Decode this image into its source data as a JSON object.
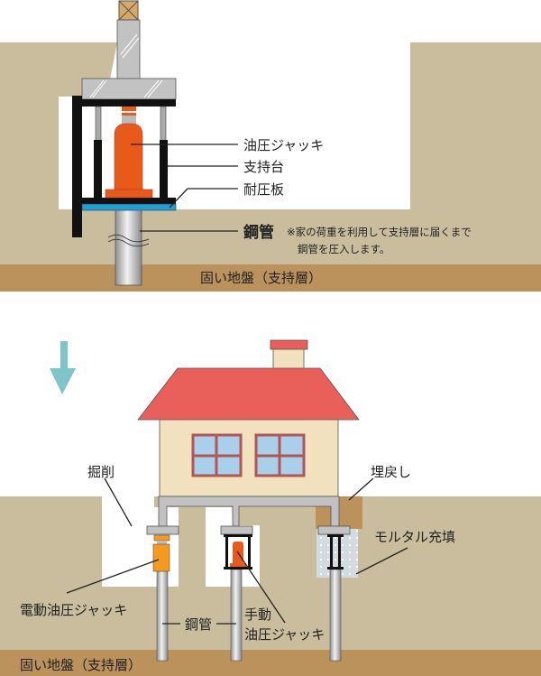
{
  "top_diagram": {
    "labels": {
      "hydraulic_jack": "油圧ジャッキ",
      "support_stand": "支持台",
      "pressure_plate": "耐圧板",
      "steel_pipe": "鋼管",
      "note_line1": "※家の荷重を利用して支持層に届くまで",
      "note_line2": "鋼管を圧入します。",
      "bearing_stratum": "固い地盤（支持層）"
    }
  },
  "bottom_diagram": {
    "labels": {
      "excavation": "掘削",
      "backfill": "埋戻し",
      "mortar_fill": "モルタル充填",
      "electric_jack": "電動油圧ジャッキ",
      "steel_pipe": "鋼管",
      "manual_jack_line1": "手動",
      "manual_jack_line2": "油圧ジャッキ",
      "bearing_stratum": "固い地盤（支持層）"
    }
  },
  "colors": {
    "soil": "#c9bd9d",
    "bearing_layer": "#bb915c",
    "concrete": "#c2c2c2",
    "jack": "#e85a1a",
    "electric_jack": "#f39a1f",
    "plate": "#1ea0d8",
    "roof": "#e95f5a",
    "wall": "#f1e1bf",
    "arrow": "#7fc4c8"
  }
}
